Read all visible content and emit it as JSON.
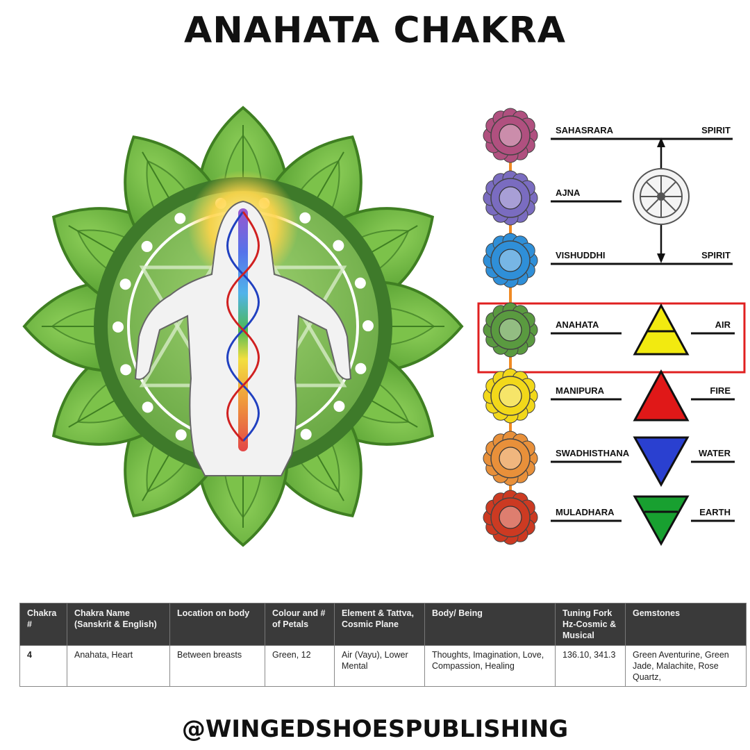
{
  "title": "ANAHATA  CHAKRA",
  "footer": "@WINGEDSHOESPUBLISHING",
  "colors": {
    "highlight_box": "#e02020",
    "spine": "#f08a24",
    "leaf_green": "#6aaf3a",
    "ring_green": "#3e7a2a"
  },
  "chakras": [
    {
      "name": "SAHASRARA",
      "right": "SPIRIT",
      "color": "#b0507f",
      "element": "none"
    },
    {
      "name": "AJNA",
      "right": "",
      "color": "#7a6cc0",
      "element": "wheel"
    },
    {
      "name": "VISHUDDHI",
      "right": "SPIRIT",
      "color": "#2f8fd8",
      "element": "none"
    },
    {
      "name": "ANAHATA",
      "right": "AIR",
      "color": "#5a9a40",
      "element": "air",
      "highlighted": true
    },
    {
      "name": "MANIPURA",
      "right": "FIRE",
      "color": "#f2d81a",
      "element": "fire"
    },
    {
      "name": "SWADHISTHANA",
      "right": "WATER",
      "color": "#e8903a",
      "element": "water"
    },
    {
      "name": "MULADHARA",
      "right": "EARTH",
      "color": "#cc3a22",
      "element": "earth"
    }
  ],
  "table": {
    "headers": [
      "Chakra #",
      "Chakra Name (Sanskrit & English)",
      "Location on body",
      "Colour and # of Petals",
      "Element & Tattva, Cosmic Plane",
      "Body/ Being",
      "Tuning Fork Hz-Cosmic & Musical",
      "Gemstones"
    ],
    "row": [
      "4",
      "Anahata, Heart",
      "Between breasts",
      "Green, 12",
      "Air (Vayu), Lower Mental",
      "Thoughts, Imagination, Love, Compassion, Healing",
      "136.10, 341.3",
      "Green Aventurine, Green Jade, Malachite, Rose Quartz,"
    ]
  }
}
